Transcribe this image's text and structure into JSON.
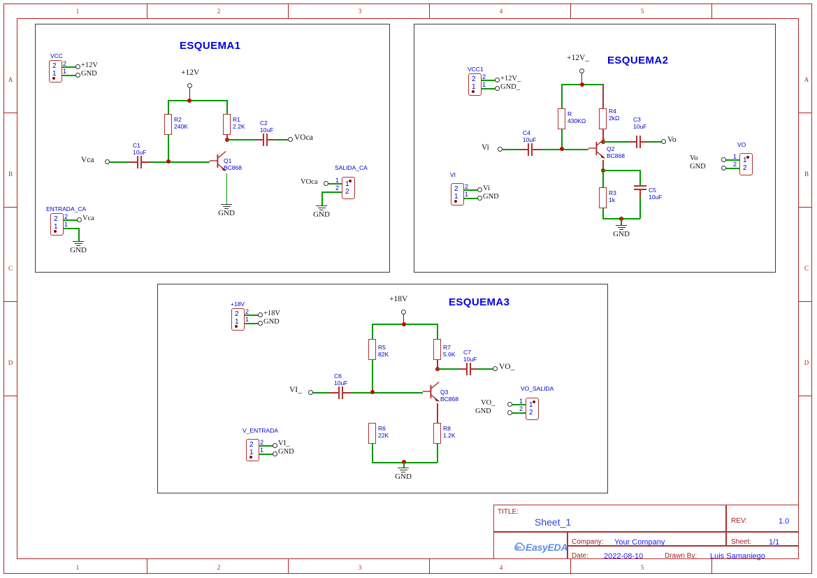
{
  "sheet": {
    "ruler_columns": [
      "1",
      "2",
      "3",
      "4",
      "5"
    ],
    "ruler_rows": [
      "A",
      "B",
      "C",
      "D"
    ]
  },
  "schematics": [
    {
      "title": "ESQUEMA1",
      "components": [
        {
          "ref": "R2",
          "value": "240K"
        },
        {
          "ref": "R1",
          "value": "2.2K"
        },
        {
          "ref": "C1",
          "value": "10uF"
        },
        {
          "ref": "C2",
          "value": "10uF"
        },
        {
          "ref": "Q1",
          "value": "BC868"
        }
      ],
      "nets": [
        "+12V",
        "Vca",
        "VOca",
        "GND"
      ],
      "connectors": [
        {
          "name": "VCC",
          "pins": [
            "2",
            "1"
          ],
          "labels": [
            "+12V",
            "GND"
          ]
        },
        {
          "name": "ENTRADA_CA",
          "pins": [
            "2",
            "1"
          ],
          "labels": [
            "Vca",
            "GND"
          ]
        },
        {
          "name": "SALIDA_CA",
          "pins": [
            "1",
            "2"
          ],
          "labels": [
            "VOca",
            "GND"
          ]
        }
      ]
    },
    {
      "title": "ESQUEMA2",
      "components": [
        {
          "ref": "R",
          "value": "430KΩ"
        },
        {
          "ref": "R4",
          "value": "2kΩ"
        },
        {
          "ref": "R3",
          "value": "1k"
        },
        {
          "ref": "C4",
          "value": "10uF"
        },
        {
          "ref": "C3",
          "value": "10uF"
        },
        {
          "ref": "C5",
          "value": "10uF"
        },
        {
          "ref": "Q2",
          "value": "BC868"
        }
      ],
      "nets": [
        "+12V_",
        "Vi",
        "Vo",
        "GND"
      ],
      "connectors": [
        {
          "name": "VCC1",
          "pins": [
            "2",
            "1"
          ],
          "labels": [
            "+12V_",
            "GND_"
          ]
        },
        {
          "name": "VI",
          "pins": [
            "2",
            "1"
          ],
          "labels": [
            "Vi",
            "GND"
          ]
        },
        {
          "name": "VO",
          "pins": [
            "1",
            "2"
          ],
          "labels": [
            "Vo",
            "GND"
          ]
        }
      ]
    },
    {
      "title": "ESQUEMA3",
      "components": [
        {
          "ref": "R5",
          "value": "82K"
        },
        {
          "ref": "R7",
          "value": "5.6K"
        },
        {
          "ref": "R6",
          "value": "22K"
        },
        {
          "ref": "R8",
          "value": "1.2K"
        },
        {
          "ref": "C6",
          "value": "10uF"
        },
        {
          "ref": "C7",
          "value": "10uF"
        },
        {
          "ref": "Q3",
          "value": "BC868"
        }
      ],
      "nets": [
        "+18V",
        "VI_",
        "VO_",
        "GND"
      ],
      "connectors": [
        {
          "name": "+18V",
          "pins": [
            "2",
            "1"
          ],
          "labels": [
            "+18V",
            "GND"
          ]
        },
        {
          "name": "V_ENTRADA",
          "pins": [
            "2",
            "1"
          ],
          "labels": [
            "VI_",
            "GND"
          ]
        },
        {
          "name": "VO_SALIDA",
          "pins": [
            "1",
            "2"
          ],
          "labels": [
            "VO_",
            "GND"
          ]
        }
      ]
    }
  ],
  "title_block": {
    "title_label": "TITLE:",
    "title_value": "Sheet_1",
    "rev_label": "REV:",
    "rev_value": "1.0",
    "company_label": "Company:",
    "company_value": "Your Company",
    "sheet_label": "Sheet:",
    "sheet_value": "1/1",
    "date_label": "Date:",
    "date_value": "2022-08-10",
    "drawn_label": "Drawn By:",
    "drawn_value": "Luis Samaniego",
    "logo": "EasyEDA"
  },
  "labels": {
    "s1": {
      "vcc_name": "VCC",
      "vcc_p2": "2",
      "vcc_p1": "1",
      "vcc_i2": "2",
      "vcc_i1": "1",
      "vcc_l1": "+12V",
      "vcc_l2": "GND",
      "ent_name": "ENTRADA_CA",
      "ent_p2": "2",
      "ent_p1": "1",
      "ent_i2": "2",
      "ent_i1": "1",
      "ent_l1": "Vca",
      "ent_gnd": "GND",
      "sal_name": "SALIDA_CA",
      "sal_p1": "1",
      "sal_p2": "2",
      "sal_i1": "1",
      "sal_i2": "2",
      "sal_l1": "VOca",
      "sal_gnd": "GND",
      "pwr": "+12V",
      "in": "Vca",
      "out": "VOca",
      "gnd": "GND",
      "r2_ref": "R2",
      "r2_val": "240K",
      "r1_ref": "R1",
      "r1_val": "2.2K",
      "c1_ref": "C1",
      "c1_val": "10uF",
      "c2_ref": "C2",
      "c2_val": "10uF",
      "q1_ref": "Q1",
      "q1_val": "BC868"
    },
    "s2": {
      "vcc_name": "VCC1",
      "vcc_p2": "2",
      "vcc_p1": "1",
      "vcc_i2": "2",
      "vcc_i1": "1",
      "vcc_l1": "+12V_",
      "vcc_l2": "GND_",
      "vi_name": "VI",
      "vi_p2": "2",
      "vi_p1": "1",
      "vi_i2": "2",
      "vi_i1": "1",
      "vi_l1": "Vi",
      "vi_l2": "GND",
      "vo_name": "VO",
      "vo_p1": "1",
      "vo_p2": "2",
      "vo_i1": "1",
      "vo_i2": "2",
      "vo_l1": "Vo",
      "vo_l2": "GND",
      "pwr": "+12V_",
      "in": "Vi",
      "out": "Vo",
      "gnd": "GND",
      "r_ref": "R",
      "r_val": "430KΩ",
      "r4_ref": "R4",
      "r4_val": "2kΩ",
      "r3_ref": "R3",
      "r3_val": "1k",
      "c4_ref": "C4",
      "c4_val": "10uF",
      "c3_ref": "C3",
      "c3_val": "10uF",
      "c5_ref": "C5",
      "c5_val": "10uF",
      "q2_ref": "Q2",
      "q2_val": "BC868"
    },
    "s3": {
      "v18_name": "+18V",
      "v18_p2": "2",
      "v18_p1": "1",
      "v18_i2": "2",
      "v18_i1": "1",
      "v18_l1": "+18V",
      "v18_l2": "GND",
      "ent_name": "V_ENTRADA",
      "ent_p2": "2",
      "ent_p1": "1",
      "ent_i2": "2",
      "ent_i1": "1",
      "ent_l1": "VI_",
      "ent_l2": "GND",
      "sal_name": "VO_SALIDA",
      "sal_p1": "1",
      "sal_p2": "2",
      "sal_i1": "1",
      "sal_i2": "2",
      "sal_l1": "VO_",
      "sal_l2": "GND",
      "pwr": "+18V",
      "in": "VI_",
      "out": "VO_",
      "gnd": "GND",
      "r5_ref": "R5",
      "r5_val": "82K",
      "r7_ref": "R7",
      "r7_val": "5.6K",
      "r6_ref": "R6",
      "r6_val": "22K",
      "r8_ref": "R8",
      "r8_val": "1.2K",
      "c6_ref": "C6",
      "c6_val": "10uF",
      "c7_ref": "C7",
      "c7_val": "10uF",
      "q3_ref": "Q3",
      "q3_val": "BC868"
    }
  }
}
